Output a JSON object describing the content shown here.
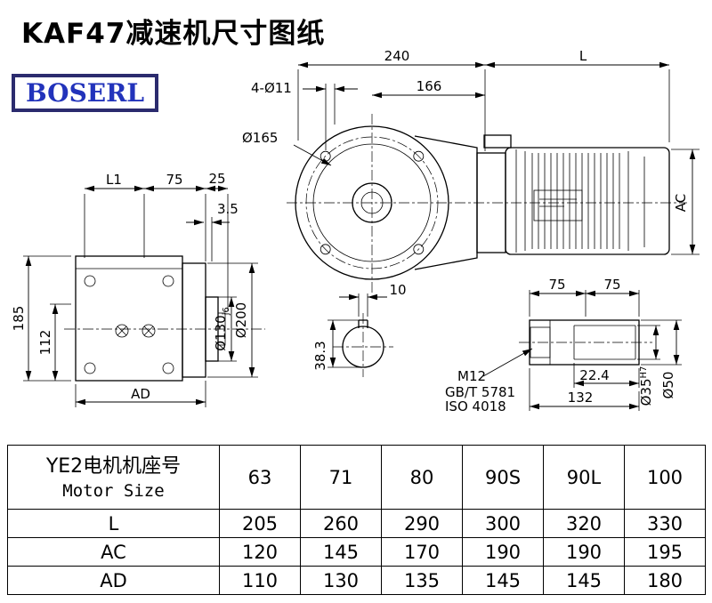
{
  "title": "KAF47减速机尺寸图纸",
  "logo": "BOSERL",
  "dims": {
    "d240": "240",
    "dL": "L",
    "d166": "166",
    "holes": "4-Ø11",
    "o165": "Ø165",
    "ac": "AC",
    "l1": "L1",
    "d75": "75",
    "d25": "25",
    "d3_5": "3.5",
    "d185": "185",
    "d112": "112",
    "ad": "AD",
    "o130": "Ø130",
    "o130_tol": "j6",
    "o200": "Ø200",
    "d10": "10",
    "d38_3": "38.3",
    "d75a": "75",
    "d75b": "75",
    "m12": "M12",
    "std_gb": "GB/T 5781",
    "std_iso": "ISO 4018",
    "d22_4": "22.4",
    "d132": "132",
    "o35": "Ø35",
    "o35_tol": "H7",
    "o50": "Ø50"
  },
  "table": {
    "header_cn": "YE2电机机座号",
    "header_en": "Motor Size",
    "sizes": [
      "63",
      "71",
      "80",
      "90S",
      "90L",
      "100"
    ],
    "rows": [
      {
        "label": "L",
        "values": [
          "205",
          "260",
          "290",
          "300",
          "320",
          "330"
        ]
      },
      {
        "label": "AC",
        "values": [
          "120",
          "145",
          "170",
          "190",
          "190",
          "195"
        ]
      },
      {
        "label": "AD",
        "values": [
          "110",
          "130",
          "135",
          "145",
          "145",
          "180"
        ]
      }
    ]
  }
}
